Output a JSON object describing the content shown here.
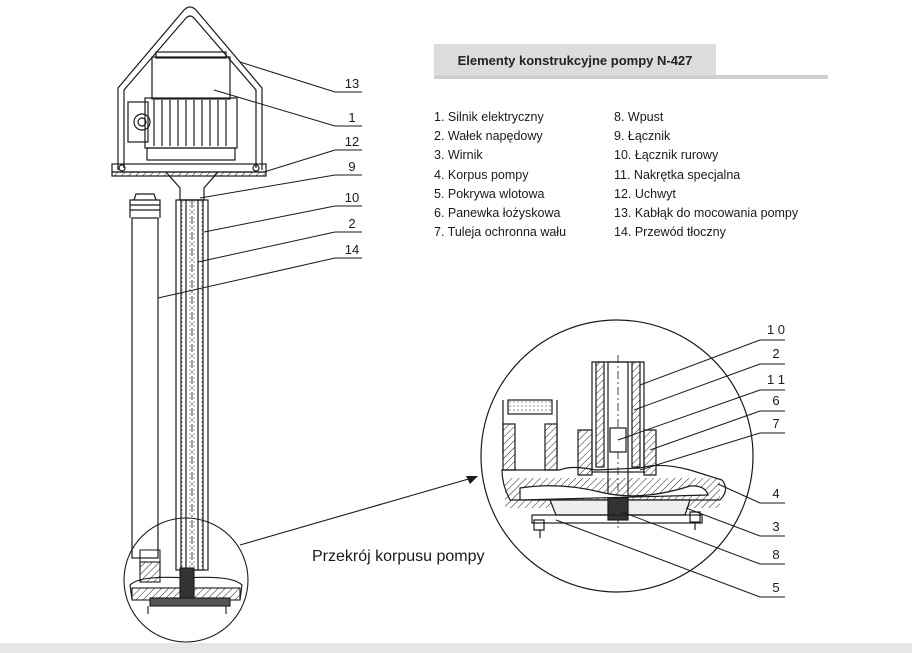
{
  "title": "Elementy konstrukcyjne pompy N-427",
  "parts_left": [
    "1. Silnik elektryczny",
    "2. Wałek napędowy",
    "3. Wirnik",
    "4. Korpus pompy",
    "5. Pokrywa wlotowa",
    "6. Panewka łożyskowa",
    "7. Tuleja ochronna wału"
  ],
  "parts_right": [
    "8. Wpust",
    "9. Łącznik",
    "10. Łącznik rurowy",
    "11. Nakrętka specjalna",
    "12. Uchwyt",
    "13. Kabłąk do mocowania pompy",
    "14. Przewód tłoczny"
  ],
  "caption": "Przekrój korpusu pompy",
  "callouts_main": [
    "13",
    "1",
    "12",
    "9",
    "10",
    "2",
    "14"
  ],
  "callouts_detail": [
    "1 0",
    "2",
    "1 1",
    "6",
    "7",
    "4",
    "3",
    "8",
    "5"
  ],
  "colors": {
    "title_bg": "#dcdcdc",
    "line": "#1a1a1a",
    "footer": "#e6e6e6"
  }
}
